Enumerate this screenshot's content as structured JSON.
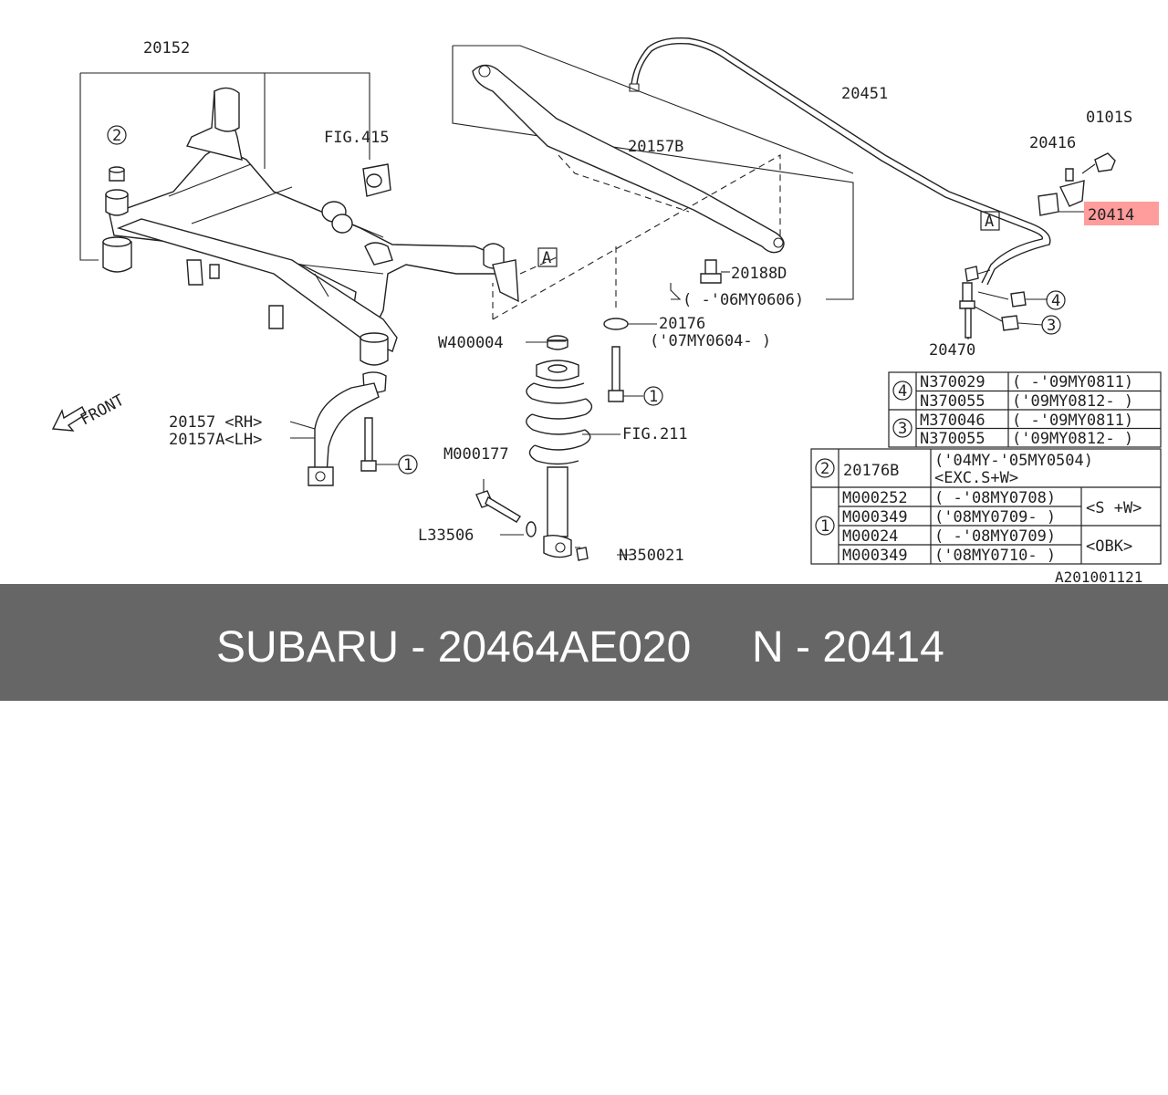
{
  "labels": {
    "l20152": "20152",
    "fig415": "FIG.415",
    "l20157b": "20157B",
    "l20188d": "20188D",
    "range06": "(  -'06MY0606)",
    "l20451": "20451",
    "l0101s": "0101S",
    "l20416": "20416",
    "l20414": "20414",
    "marker_a1": "A",
    "marker_a2": "A",
    "l20176": "20176",
    "range07": "('07MY0604-  )",
    "w400004": "W400004",
    "fig211": "FIG.211",
    "m000177": "M000177",
    "l33506": "L33506",
    "n350021": "N350021",
    "l20157rh": "20157 <RH>",
    "l20157alh": "20157A<LH>",
    "front": "FRONT",
    "l20470": "20470",
    "callout1a": "1",
    "callout1b": "1",
    "callout2": "2",
    "callout3": "3",
    "callout4": "4",
    "diagram_id": "A201001121"
  },
  "highlight_color": "#ff9c9c",
  "table_nuts": [
    {
      "ref": "4",
      "part": "N370029",
      "range": "( -'09MY0811)"
    },
    {
      "ref": "4",
      "part": "N370055",
      "range": "('09MY0812- )"
    },
    {
      "ref": "3",
      "part": "M370046",
      "range": "( -'09MY0811)"
    },
    {
      "ref": "3",
      "part": "N370055",
      "range": "('09MY0812- )"
    }
  ],
  "table_bolts": {
    "row2": {
      "ref": "2",
      "part": "20176B",
      "range1": "('04MY-'05MY0504)",
      "range2": "<EXC.S+W>"
    },
    "row1": {
      "ref": "1",
      "parts": [
        {
          "part": "M000252",
          "range": "( -'08MY0708)"
        },
        {
          "part": "M000349",
          "range": "('08MY0709- )"
        },
        {
          "part": "M00024",
          "range": "( -'08MY0709)"
        },
        {
          "part": "M000349",
          "range": "('08MY0710- )"
        }
      ],
      "note1": "<S +W>",
      "note2": "<OBK>"
    }
  },
  "footer": {
    "brand_part": "SUBARU - 20464AE020",
    "ref": "N - 20414"
  }
}
